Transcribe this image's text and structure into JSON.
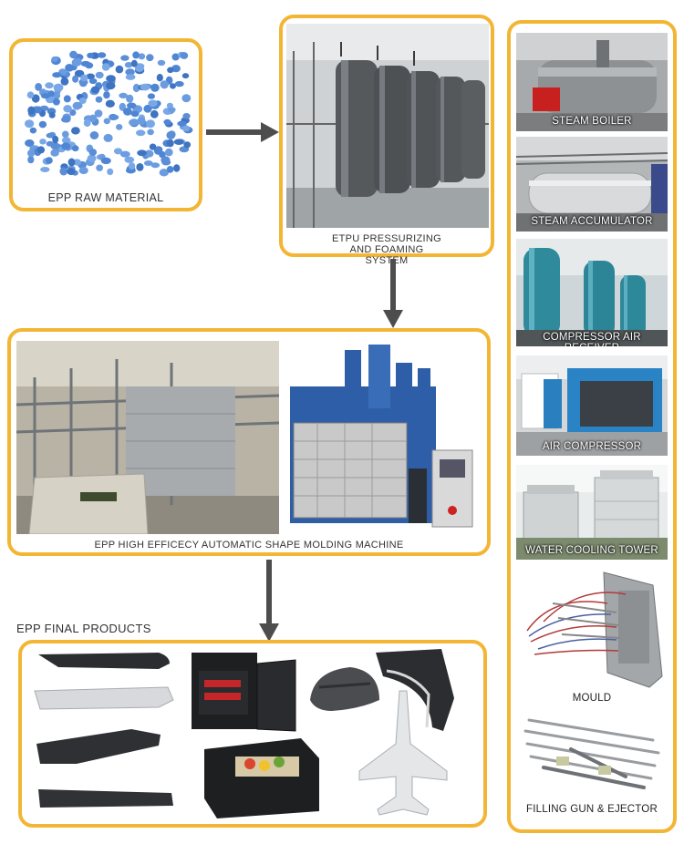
{
  "flow": {
    "raw_material": "EPP RAW MATERIAL",
    "pressurizing": "ETPU PRESSURIZING AND FOAMING SYSTEM",
    "molding": "EPP HIGH EFFICECY AUTOMATIC SHAPE MOLDING MACHINE",
    "final_products_title": "EPP FINAL PRODUCTS"
  },
  "auxiliary": [
    {
      "label": "STEAM BOILER"
    },
    {
      "label": "STEAM ACCUMULATOR"
    },
    {
      "label": "COMPRESSOR AIR RECEIVER"
    },
    {
      "label": "AIR COMPRESSOR"
    },
    {
      "label": "WATER COOLING TOWER"
    },
    {
      "label": "MOULD"
    },
    {
      "label": "FILLING GUN & EJECTOR"
    }
  ],
  "colors": {
    "frame": "#f3b634",
    "arrow": "#4d4d4d",
    "beads": "#5b8ed6",
    "machine_blue": "#2f5ea8"
  }
}
